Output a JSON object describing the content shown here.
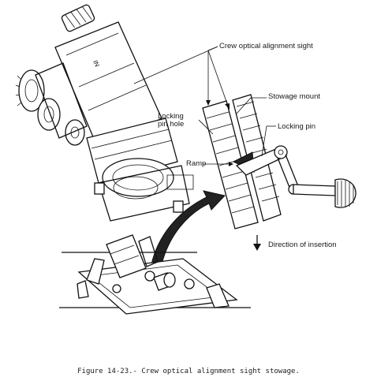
{
  "labels": {
    "crew_sight": "Crew optical alignment sight",
    "stowage_mount": "Stowage mount",
    "locking_pin_hole": "Locking pin hole",
    "locking_pin": "Locking pin",
    "ramp": "Ramp",
    "direction": "Direction of insertion"
  },
  "caption": "Figure 14-23.- Crew optical alignment sight stowage."
}
